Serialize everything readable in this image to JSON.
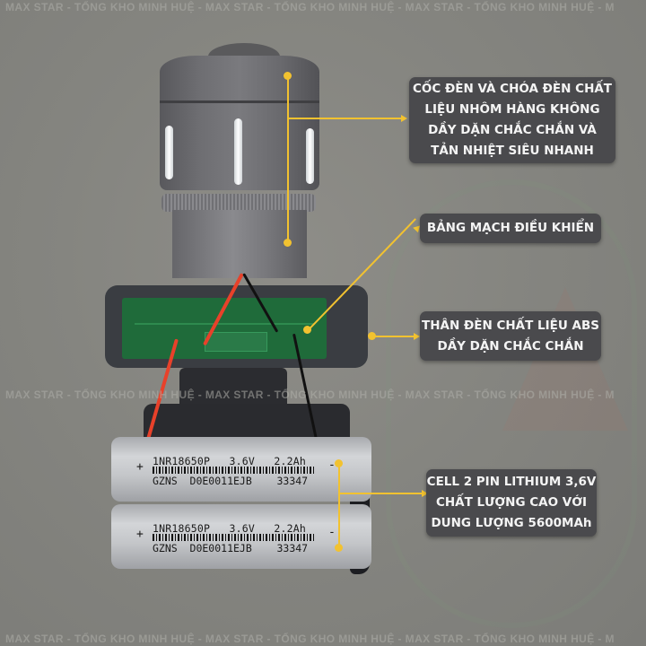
{
  "watermark": {
    "text": "MAX STAR - TỔNG KHO MINH HUỆ - MAX STAR - TỔNG KHO MINH HUỆ - MAX STAR - TỔNG KHO MINH HUỆ - M"
  },
  "callouts": [
    {
      "id": "lamp-cup",
      "lines": [
        "CỐC ĐÈN VÀ CHÓA ĐÈN CHẤT",
        "LIỆU NHÔM HÀNG KHÔNG",
        "DẦY DẶN CHẮC CHẮN VÀ",
        "TẢN NHIỆT SIÊU NHANH"
      ]
    },
    {
      "id": "control-board",
      "lines": [
        "BẢNG MẠCH ĐIỀU KHIỂN"
      ]
    },
    {
      "id": "abs-body",
      "lines": [
        "THÂN ĐÈN CHẤT LIỆU ABS",
        "DẦY DẶN CHẮC CHẮN"
      ]
    },
    {
      "id": "battery",
      "lines": [
        "CELL 2 PIN LITHIUM 3,6V",
        "CHẤT LƯỢNG CAO VỚI",
        "DUNG LƯỢNG 5600MAh"
      ]
    }
  ],
  "cells": [
    {
      "line1": "1NR18650P   3.6V   2.2Ah",
      "line2": "GZNS  D0E0011EJB    33347",
      "plus": "+",
      "minus": "-"
    },
    {
      "line1": "1NR18650P   3.6V   2.2Ah",
      "line2": "GZNS  D0E0011EJB    33347",
      "plus": "+",
      "minus": "-"
    }
  ],
  "colors": {
    "accent": "#f2c230",
    "callout_bg": "#4a4a4d",
    "callout_text": "#f4f4f4",
    "background": "#858580"
  }
}
